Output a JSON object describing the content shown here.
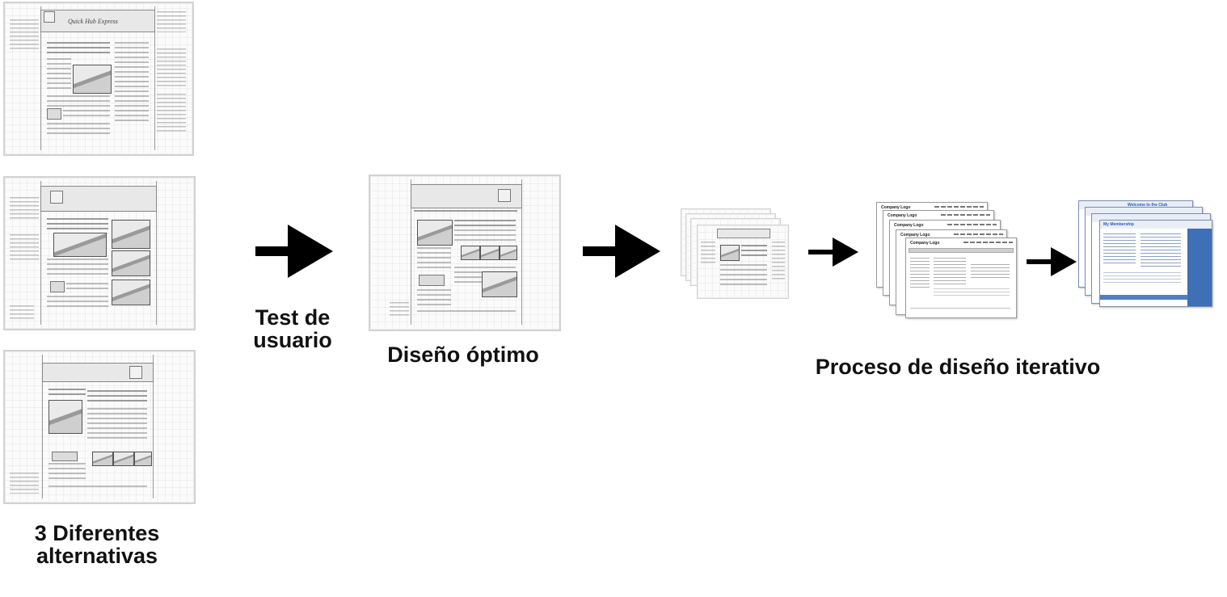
{
  "labels": {
    "alternatives": "3 Diferentes\nalternativas",
    "user_test": "Test de\nusuario",
    "optimal": "Diseño óptimo",
    "iterative": "Proceso de diseño iterativo"
  },
  "sketch_titles": {
    "sketch1": "Quick Hub Express"
  },
  "page_logos": {
    "p1": "Company Logo",
    "p2": "Company Logo",
    "p3": "Company Logo",
    "p4": "Company Logo",
    "p5": "Company Logo"
  },
  "blue_titles": {
    "front": "My Membership",
    "back": "Welcome to the Club"
  },
  "colors": {
    "arrow": "#000000",
    "sketch_border": "#d2d2d2",
    "blue_accent": "#3f6fb5"
  }
}
